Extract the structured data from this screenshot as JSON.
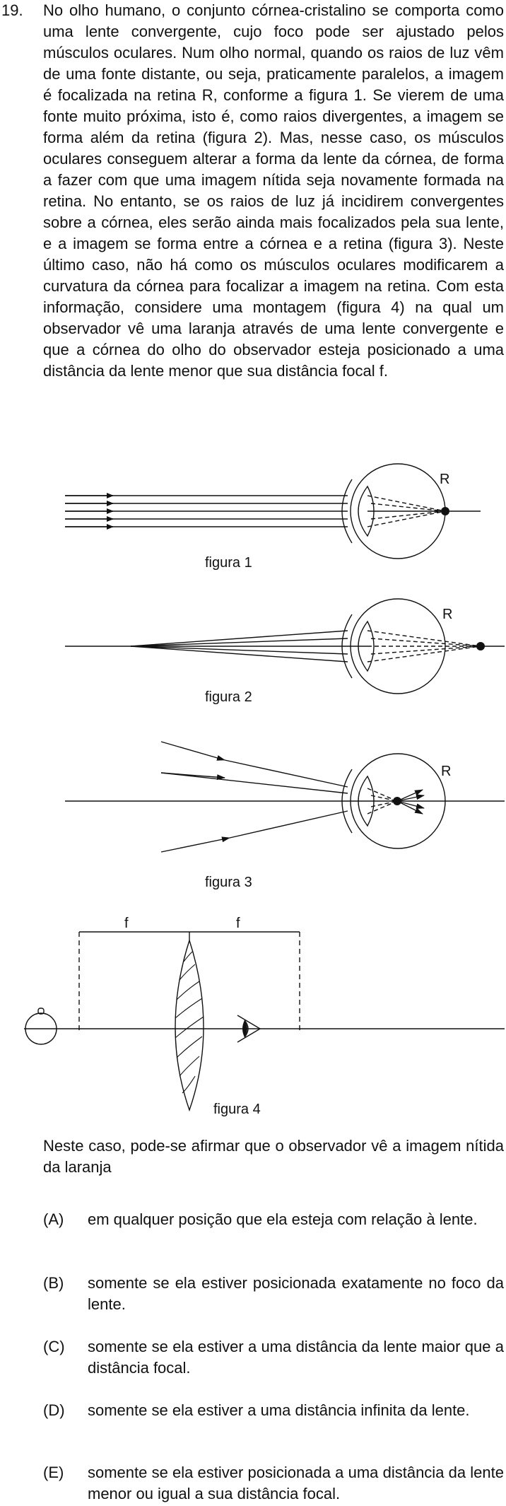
{
  "question": {
    "number": "19.",
    "stem": "No olho humano, o conjunto córnea-cristalino se comporta como uma lente convergente, cujo foco pode ser ajustado pelos músculos oculares. Num olho normal, quando os raios de luz vêm de uma fonte distante, ou seja, praticamente paralelos, a imagem é focalizada na retina R, conforme a figura 1. Se vierem de uma fonte muito próxima, isto é, como raios divergentes, a imagem se forma além da retina (figura 2). Mas, nesse caso, os músculos oculares conseguem alterar a forma da lente da córnea, de forma a fazer com que uma imagem nítida seja novamente formada na retina. No entanto, se os raios de luz já incidirem convergentes sobre a córnea, eles serão ainda mais focalizados pela sua lente, e a imagem se forma entre a córnea e a retina (figura 3). Neste último caso, não há como os músculos oculares modificarem a curvatura da córnea para focalizar a imagem na retina. Com esta informação, considere uma montagem (figura 4) na qual um observador vê uma laranja através de uma lente convergente e que a córnea do olho do observador esteja posicionado a uma distância da lente menor que sua distância focal f.",
    "prompt": "Neste caso, pode-se afirmar que o observador vê a imagem nítida da laranja"
  },
  "figures": {
    "fig1": {
      "caption": "figura 1",
      "retina_label": "R"
    },
    "fig2": {
      "caption": "figura 2",
      "retina_label": "R"
    },
    "fig3": {
      "caption": "figura 3",
      "retina_label": "R"
    },
    "fig4": {
      "caption": "figura 4",
      "focal_label_left": "f",
      "focal_label_right": "f"
    }
  },
  "options": [
    {
      "letter": "(A)",
      "text": "em qualquer posição que ela esteja com relação à lente."
    },
    {
      "letter": "(B)",
      "text": "somente se ela estiver posicionada exatamente no foco da lente."
    },
    {
      "letter": "(C)",
      "text": "somente se ela estiver a uma distância da lente maior que a distância focal."
    },
    {
      "letter": "(D)",
      "text": "somente se ela estiver a uma distância infinita da lente."
    },
    {
      "letter": "(E)",
      "text": "somente se ela estiver posicionada a uma distância da lente menor ou igual a sua distância focal."
    }
  ]
}
